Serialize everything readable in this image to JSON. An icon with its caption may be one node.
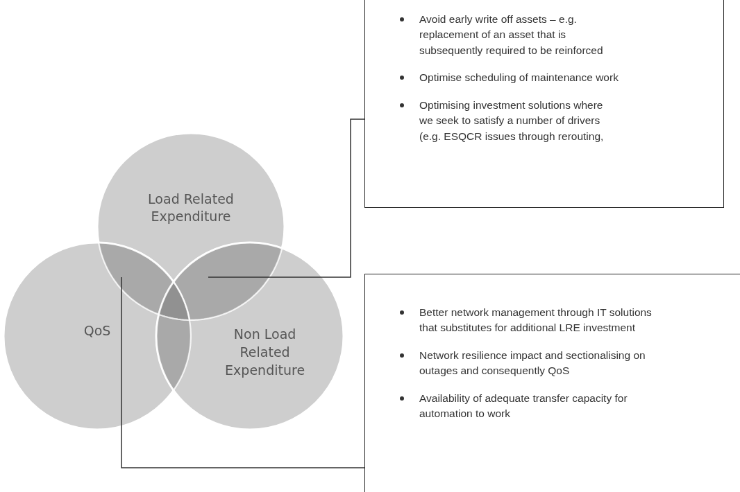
{
  "diagram": {
    "nodes": [
      {
        "text": [
          "Load Related Expenditure"
        ]
      },
      {
        "text": [
          "QoS"
        ]
      },
      {
        "text": [
          "Non Load Related Expenditure"
        ]
      },
      {
        "text": [
          "Avoid early write off assets – e.g. replacement of an asset that is subsequently required to be reinforced",
          "Optimise scheduling of maintenance work",
          "Optimising investment solutions where we seek to satisfy a number of drivers (e.g. ESQCR issues through rerouting,"
        ]
      },
      {
        "text": [
          "Better network management through IT solutions that substitutes for additional LRE investment",
          "Network resilience impact and sectionalising on outages and consequently QoS",
          "Availability of adequate transfer capacity for automation to work"
        ]
      },
      {
        "text": [],
        "shape": "lens"
      },
      {
        "text": [],
        "shape": "lens"
      },
      {
        "text": [],
        "shape": "lens"
      }
    ],
    "edges": [
      {
        "from": 3,
        "to": 5,
        "arrow": "none"
      },
      {
        "from": 4,
        "to": 6,
        "arrow": "none"
      }
    ]
  }
}
